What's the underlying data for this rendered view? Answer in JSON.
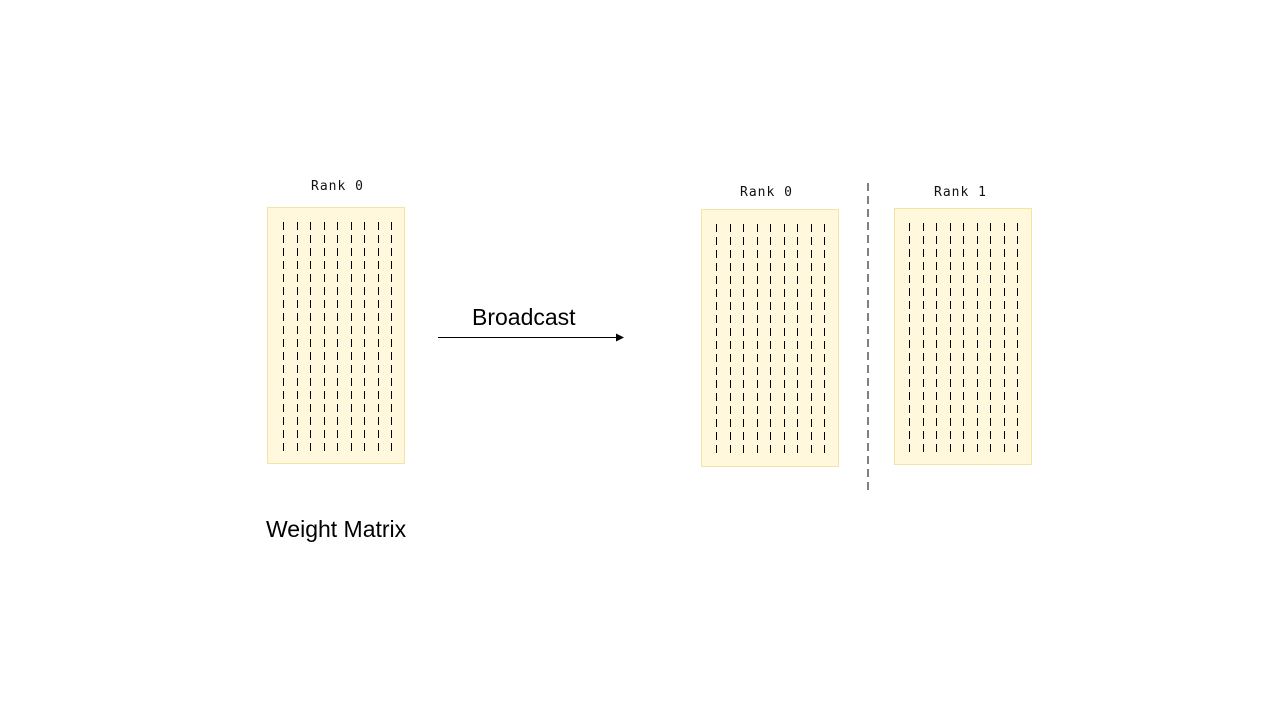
{
  "source": {
    "rank_label": "Rank 0",
    "caption": "Weight Matrix",
    "columns": 9
  },
  "operation": {
    "label": "Broadcast"
  },
  "targets": [
    {
      "rank_label": "Rank 0",
      "columns": 9
    },
    {
      "rank_label": "Rank 1",
      "columns": 9
    }
  ],
  "colors": {
    "matrix_fill": "#fff8dc",
    "matrix_border": "#f4e3a3",
    "line": "#000000"
  }
}
